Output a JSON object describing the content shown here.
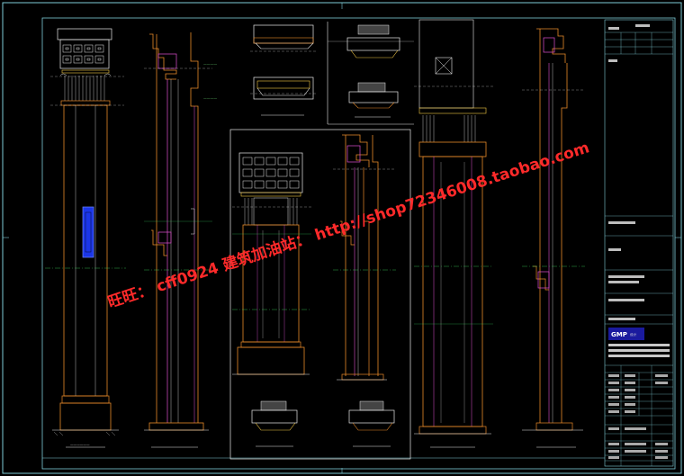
{
  "drawing": {
    "frame_color": "#6fd3e0",
    "line_colors": {
      "white": "#e8e8e8",
      "yellow": "#f2c744",
      "orange": "#e88a2a",
      "magenta": "#e04fd0",
      "cyan": "#35d6e8",
      "green": "#3bd15a",
      "red": "#e23a3a",
      "blue": "#2a4cff"
    }
  },
  "watermark": {
    "line1": "旺旺： cff0924 建筑加油站： http://shop72346008.taobao.com",
    "color": "#ff2a2a"
  },
  "title_block": {
    "company": "GMP",
    "brand_suffix": "设计"
  }
}
